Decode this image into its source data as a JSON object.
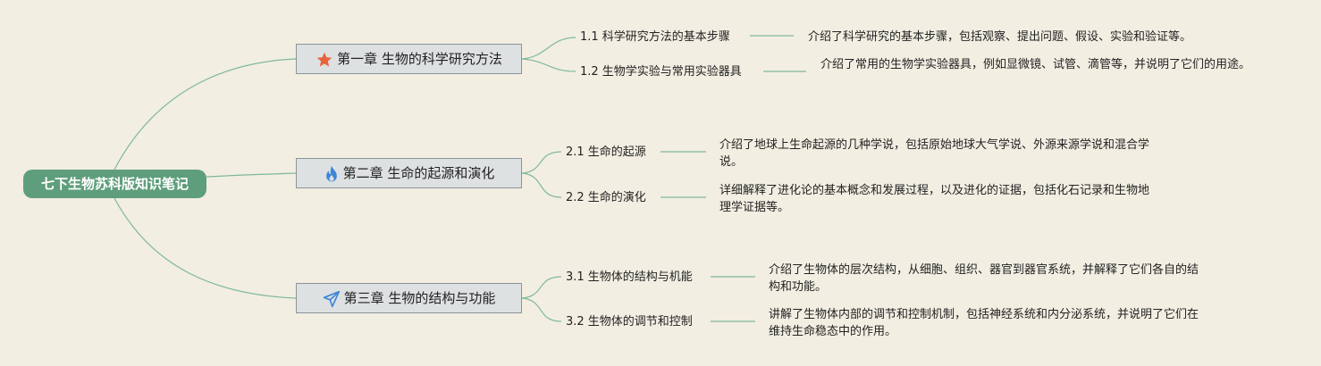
{
  "root": {
    "label": "七下生物苏科版知识笔记"
  },
  "chapters": [
    {
      "label": "第一章 生物的科学研究方法",
      "icon": "star-icon",
      "icon_color": "#e8643c",
      "sections": [
        {
          "label": "1.1 科学研究方法的基本步骤",
          "desc": "介绍了科学研究的基本步骤，包括观察、提出问题、假设、实验和验证等。"
        },
        {
          "label": "1.2 生物学实验与常用实验器具",
          "desc": "介绍了常用的生物学实验器具，例如显微镜、试管、滴管等，并说明了它们的用途。"
        }
      ]
    },
    {
      "label": "第二章 生命的起源和演化",
      "icon": "fire-icon",
      "icon_color": "#3f87d6",
      "sections": [
        {
          "label": "2.1 生命的起源",
          "desc": "介绍了地球上生命起源的几种学说，包括原始地球大气学说、外源来源学说和混合学说。"
        },
        {
          "label": "2.2 生命的演化",
          "desc": "详细解释了进化论的基本概念和发展过程，以及进化的证据，包括化石记录和生物地理学证据等。"
        }
      ]
    },
    {
      "label": "第三章 生物的结构与功能",
      "icon": "paper-plane-icon",
      "icon_color": "#3f87d6",
      "sections": [
        {
          "label": "3.1 生物体的结构与机能",
          "desc": "介绍了生物体的层次结构，从细胞、组织、器官到器官系统，并解释了它们各自的结构和功能。"
        },
        {
          "label": "3.2 生物体的调节和控制",
          "desc": "讲解了生物体内部的调节和控制机制，包括神经系统和内分泌系统，并说明了它们在维持生命稳态中的作用。"
        }
      ]
    }
  ],
  "colors": {
    "root_bg": "#5f9e7c",
    "connector": "#7fb89a",
    "background": "#f2eee2"
  }
}
